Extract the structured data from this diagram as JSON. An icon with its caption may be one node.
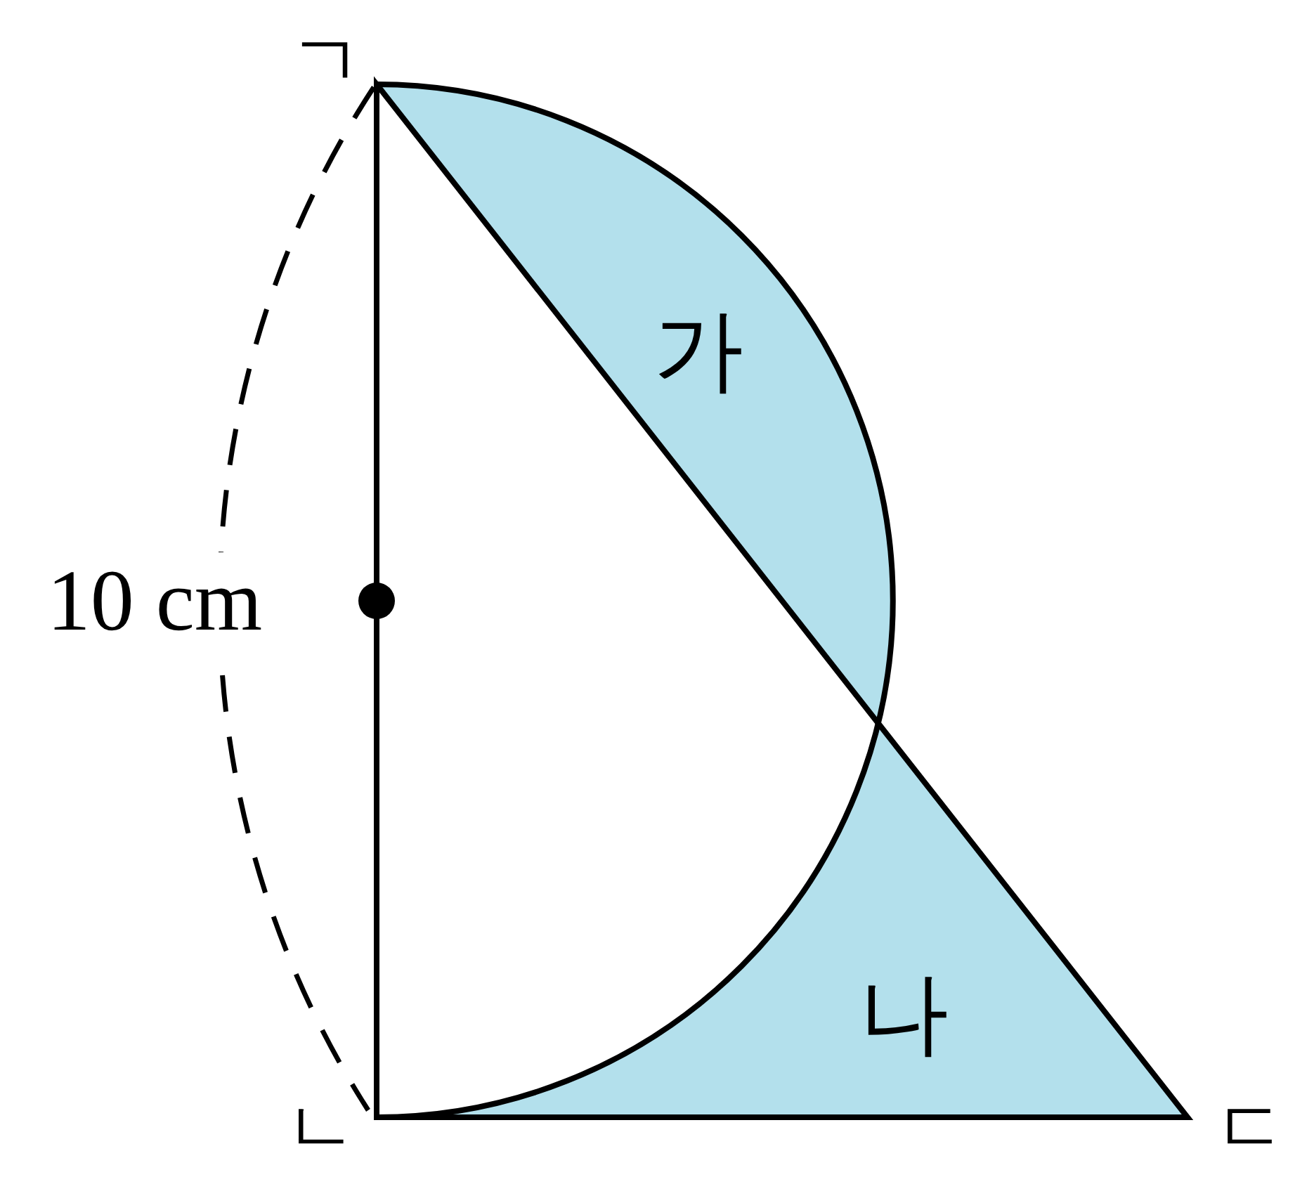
{
  "diagram": {
    "labels": [
      "ㄱ",
      "가",
      "10 cm",
      "나",
      "ㄴ",
      "ㄷ"
    ]
  }
}
